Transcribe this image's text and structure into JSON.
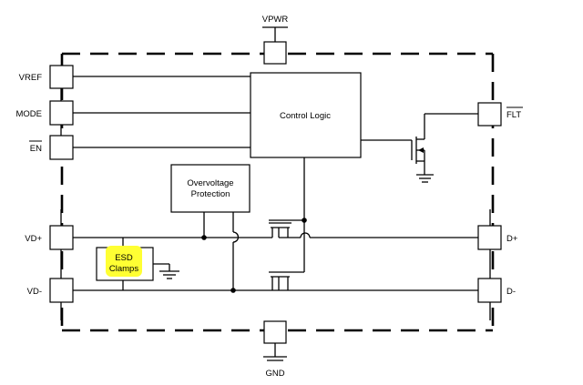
{
  "pins": {
    "vpwr": "VPWR",
    "vref": "VREF",
    "mode": "MODE",
    "en": "EN",
    "flt": "FLT",
    "vd_plus": "VD+",
    "vd_minus": "VD-",
    "d_plus": "D+",
    "d_minus": "D-",
    "gnd": "GND"
  },
  "blocks": {
    "control_logic": "Control Logic",
    "overvoltage_line1": "Overvoltage",
    "overvoltage_line2": "Protection",
    "esd_line1": "ESD",
    "esd_line2": "Clamps"
  },
  "colors": {
    "highlight": "#ffff33",
    "line": "#000000"
  }
}
